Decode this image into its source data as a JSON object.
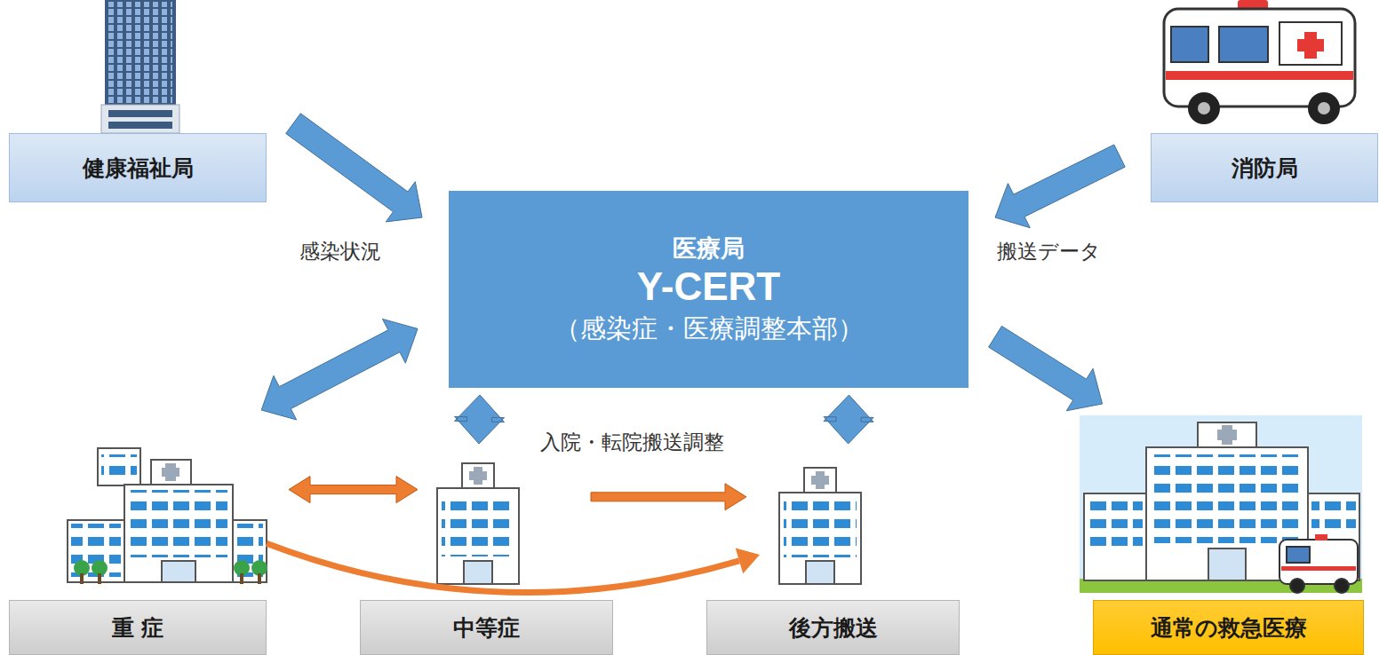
{
  "diagram": {
    "nodes": [
      {
        "text": [
          "健康福祉局"
        ]
      },
      {
        "text": [
          "消防局"
        ]
      },
      {
        "text": [
          "医療局",
          "Y-CERT",
          "（感染症・医療調整本部）"
        ]
      },
      {
        "text": [
          "重 症"
        ]
      },
      {
        "text": [
          "中等症"
        ]
      },
      {
        "text": [
          "後方搬送"
        ]
      },
      {
        "text": [
          "通常の救急医療"
        ]
      }
    ],
    "edges": [
      {
        "from": 0,
        "to": 2,
        "arrow": "to",
        "label": "感染状況"
      },
      {
        "from": 1,
        "to": 2,
        "arrow": "to",
        "label": "搬送データ"
      },
      {
        "from": 2,
        "to": 6,
        "arrow": "to"
      },
      {
        "from": 2,
        "to": 3,
        "arrow": "both"
      },
      {
        "from": 2,
        "to": 4,
        "arrow": "both"
      },
      {
        "from": 2,
        "to": 5,
        "arrow": "both"
      },
      {
        "from": 3,
        "to": 4,
        "arrow": "both"
      },
      {
        "from": 4,
        "to": 5,
        "arrow": "to"
      },
      {
        "from": 3,
        "to": 5,
        "arrow": "to"
      }
    ],
    "labels": [
      "入院・転院搬送調整"
    ]
  }
}
